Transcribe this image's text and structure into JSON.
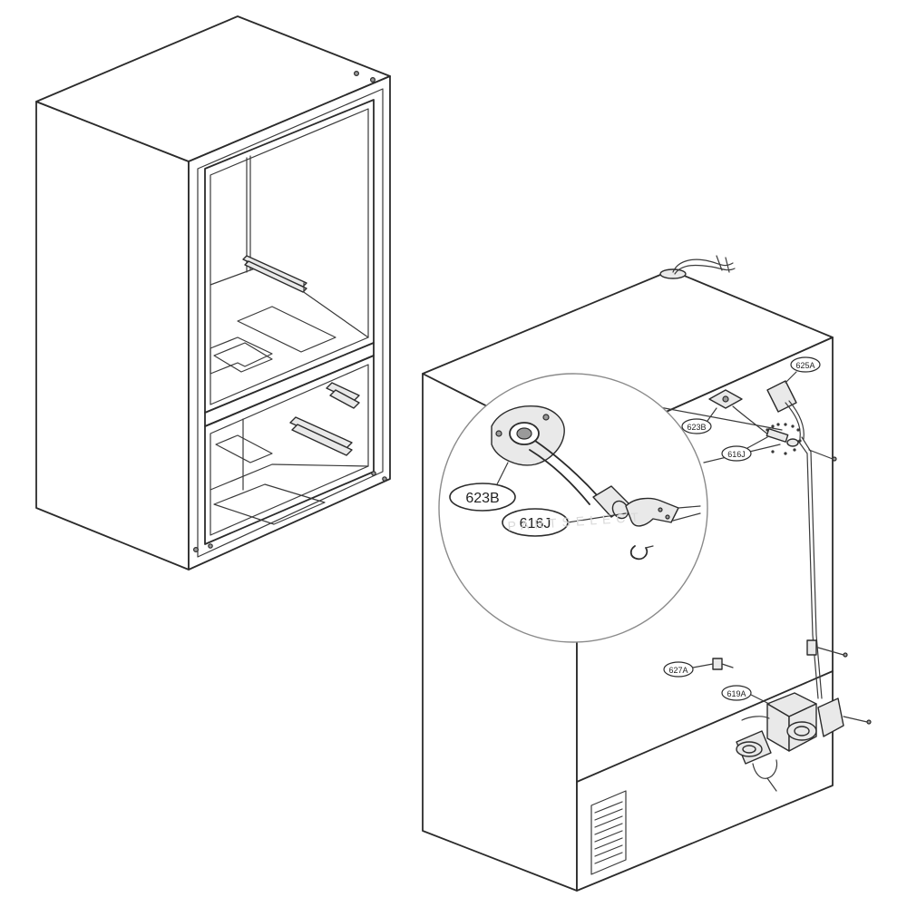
{
  "diagram": {
    "callouts": {
      "zoom_623B": "623B",
      "zoom_616J": "616J",
      "small_625A": "625A",
      "small_623B": "623B",
      "small_616J": "616J",
      "small_627A": "627A",
      "small_619A": "619A"
    },
    "watermark": "PARTSELECT"
  },
  "colors": {
    "line": "#2b2b2b",
    "panel_fill": "#ffffff",
    "shade_fill": "#e9e9e9"
  }
}
